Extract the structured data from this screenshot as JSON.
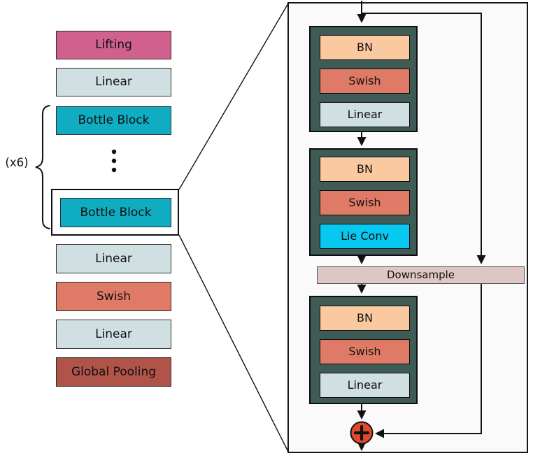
{
  "diagram": {
    "title_semantic": "Bottle Block architecture diagram",
    "multiplier_label": "(x6)",
    "left_column": {
      "blocks": [
        {
          "label": "Lifting",
          "color": "#d0608e"
        },
        {
          "label": "Linear",
          "color": "#cfdfe2"
        },
        {
          "label": "Bottle Block",
          "color": "#10adc2"
        },
        {
          "label": "Bottle Block",
          "color": "#10adc2"
        },
        {
          "label": "Linear",
          "color": "#cfdfe2"
        },
        {
          "label": "Swish",
          "color": "#df7a66"
        },
        {
          "label": "Linear",
          "color": "#cfdfe2"
        },
        {
          "label": "Global Pooling",
          "color": "#b0544a"
        }
      ],
      "ellipsis": "⋮"
    },
    "detail_panel": {
      "groups": [
        {
          "layers": [
            {
              "label": "BN",
              "color": "#fbc9a0"
            },
            {
              "label": "Swish",
              "color": "#df7a66"
            },
            {
              "label": "Linear",
              "color": "#cfdfe2"
            }
          ]
        },
        {
          "layers": [
            {
              "label": "BN",
              "color": "#fbc9a0"
            },
            {
              "label": "Swish",
              "color": "#df7a66"
            },
            {
              "label": "Lie Conv",
              "color": "#06c8f0"
            }
          ]
        },
        {
          "layers": [
            {
              "label": "BN",
              "color": "#fbc9a0"
            },
            {
              "label": "Swish",
              "color": "#df7a66"
            },
            {
              "label": "Linear",
              "color": "#cfdfe2"
            }
          ]
        }
      ],
      "downsample_label": "Downsample",
      "sum_symbol": "+"
    },
    "colors": {
      "group_container": "#3e5c55",
      "panel_background": "#fafafa",
      "sum_node": "#e2492c",
      "line": "#111111"
    }
  }
}
